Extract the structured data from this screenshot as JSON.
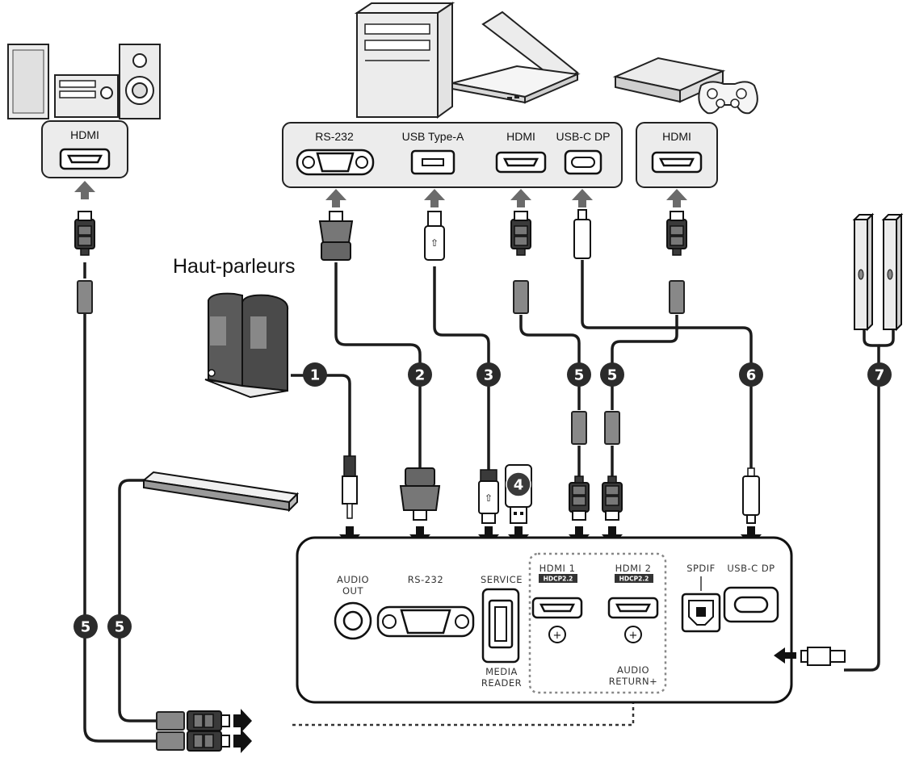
{
  "title": "Haut-parleurs",
  "colors": {
    "panel": "#ececec",
    "device": "#f2f2f2",
    "connector": "#3a3a3a",
    "arrow": "#111111",
    "badge": "#2b2b2b"
  },
  "top_ports": {
    "audio_hdmi": "HDMI",
    "pc": [
      "RS-232",
      "USB Type-A",
      "HDMI",
      "USB-C DP"
    ],
    "console_hdmi": "HDMI"
  },
  "projector_ports": {
    "audio_out": [
      "AUDIO",
      "OUT"
    ],
    "rs232": "RS-232",
    "service": "SERVICE",
    "media_reader": [
      "MEDIA",
      "READER"
    ],
    "hdmi1": "HDMI 1",
    "hdmi2": "HDMI 2",
    "hdcp": "HDCP2.2",
    "audio_return": [
      "AUDIO",
      "RETURN+"
    ],
    "spdif": "SPDIF",
    "usbc": "USB-C DP"
  },
  "badges": [
    "1",
    "2",
    "3",
    "5",
    "5",
    "6",
    "7",
    "4",
    "5",
    "5"
  ],
  "icons": [
    "hifi-system-icon",
    "desktop-pc-icon",
    "laptop-icon",
    "game-console-icon",
    "computer-speakers-icon",
    "soundbar-icon",
    "tower-speakers-icon",
    "usb-drive-icon"
  ]
}
